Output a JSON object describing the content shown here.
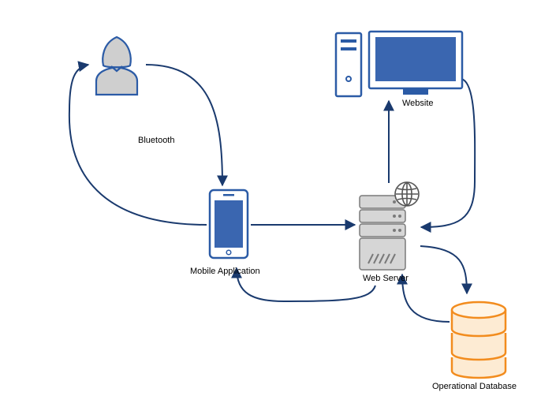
{
  "diagram": {
    "nodes": {
      "user": {
        "label": ""
      },
      "website": {
        "label": "Website"
      },
      "mobile": {
        "label": "Mobile Application"
      },
      "server": {
        "label": "Web Server"
      },
      "database": {
        "label": "Operational Database"
      }
    },
    "edge_labels": {
      "bluetooth": "Bluetooth"
    },
    "edges": [
      {
        "from": "user",
        "to": "mobile"
      },
      {
        "from": "mobile",
        "to": "user"
      },
      {
        "from": "mobile",
        "to": "server"
      },
      {
        "from": "server",
        "to": "mobile"
      },
      {
        "from": "server",
        "to": "website"
      },
      {
        "from": "website",
        "to": "server"
      },
      {
        "from": "server",
        "to": "database"
      },
      {
        "from": "database",
        "to": "server"
      }
    ],
    "colors": {
      "edge": "#1a3a6e",
      "icon_blue": "#2b5ba6",
      "screen_blue": "#3a66b0",
      "server_gray": "#a8a8a8",
      "db_orange": "#f28c1e",
      "user_gray": "#cfcfcf"
    }
  }
}
